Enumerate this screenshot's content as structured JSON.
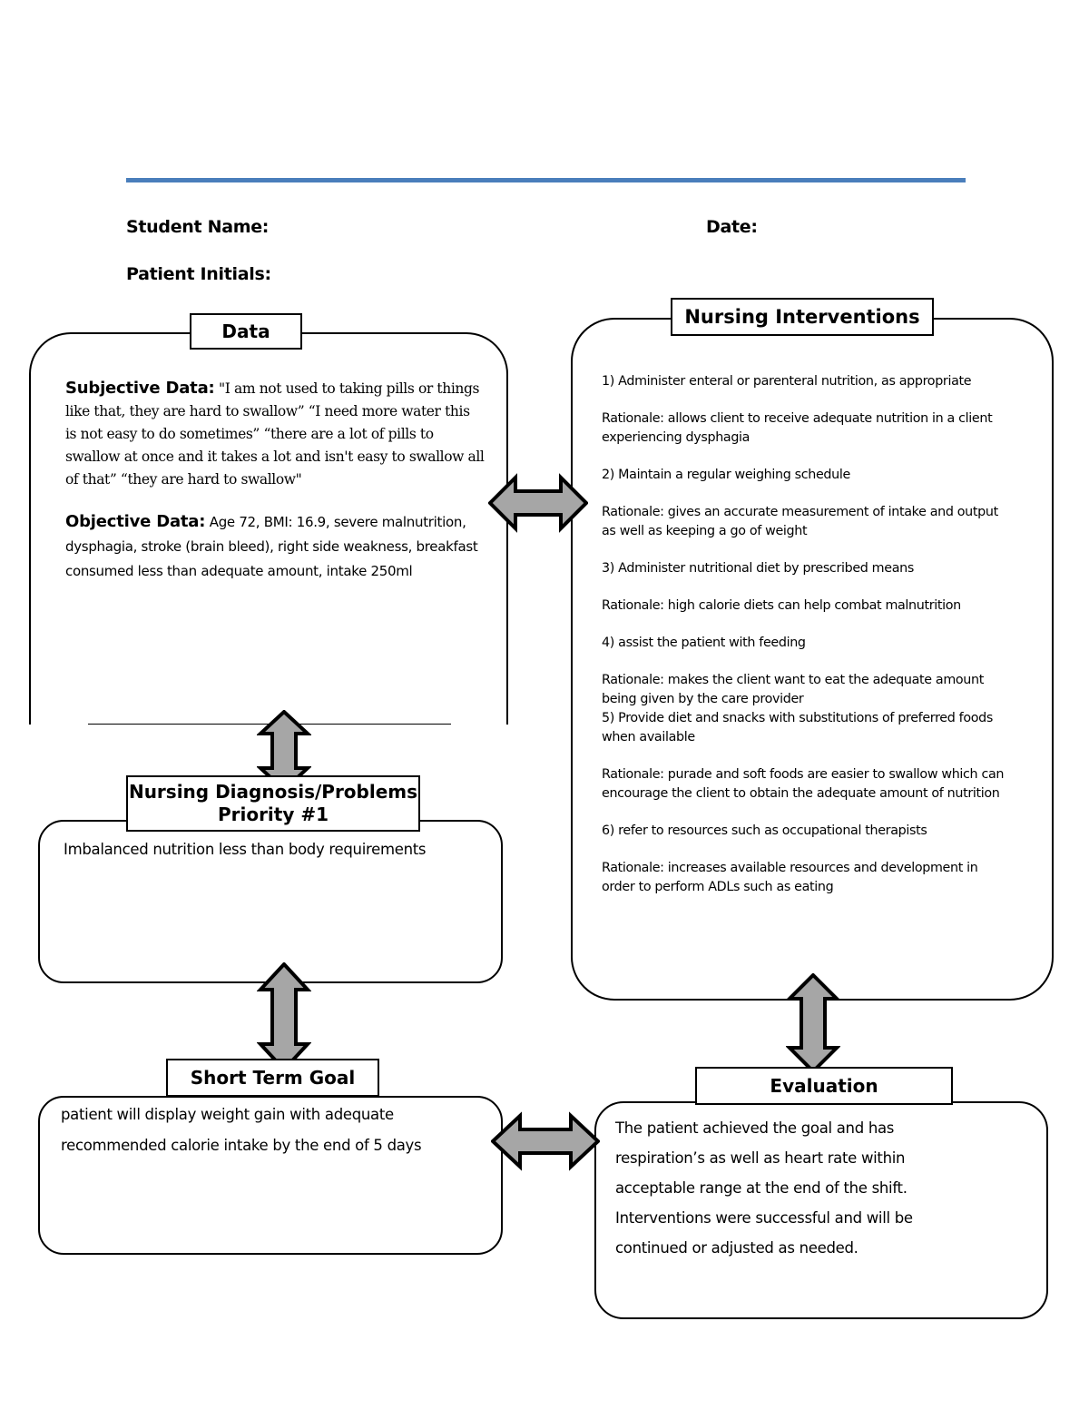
{
  "document": {
    "type": "nursing-care-plan-concept-map",
    "accent_color": "#4a7ebb",
    "arrow_fill": "#a6a6a6"
  },
  "header": {
    "student_name_label": "Student Name:",
    "patient_initials_label": "Patient Initials:",
    "date_label": "Date:"
  },
  "data_box": {
    "tab_label": "Data",
    "subjective_lead": "Subjective Data:",
    "subjective_text": " \"I am not used to taking pills or things like that, they are hard to swallow” “I need more water this is not easy to do sometimes” “there are a lot of pills to swallow at once and it takes a lot and isn't easy to swallow all of that” “they are hard to swallow\"",
    "objective_lead": "Objective Data:",
    "objective_text": " Age 72, BMI: 16.9, severe malnutrition, dysphagia, stroke (brain bleed), right side weakness, breakfast consumed less than adequate amount, intake 250ml"
  },
  "interventions_box": {
    "tab_label": "Nursing Interventions",
    "entries": [
      "1) Administer enteral or parenteral nutrition, as appropriate",
      "Rationale: allows client to receive adequate nutrition in a client experiencing dysphagia",
      "2) Maintain a regular weighing schedule",
      "Rationale: gives an accurate measurement of intake and output as well as keeping a go of weight",
      "3) Administer nutritional diet by prescribed means",
      "Rationale: high calorie diets can help combat malnutrition",
      "4) assist the patient with feeding",
      "Rationale: makes the client want to eat the adequate amount being given by the care provider",
      "5) Provide diet and snacks with substitutions of preferred foods when available",
      "Rationale: purade and soft foods are easier to swallow which can encourage the client to obtain the adequate amount of nutrition",
      "6) refer to resources such as occupational therapists",
      "Rationale: increases available resources and development in order to perform ADLs such as eating"
    ]
  },
  "diagnosis_box": {
    "tab_label_line1": "Nursing Diagnosis/Problems",
    "tab_label_line2": "Priority #1",
    "text": "Imbalanced nutrition less than body requirements"
  },
  "goal_box": {
    "tab_label": "Short Term Goal",
    "text": "patient will display weight gain with adequate recommended calorie intake by the end of 5 days"
  },
  "evaluation_box": {
    "tab_label": "Evaluation",
    "text": "The patient achieved the goal and has respiration’s as well as heart rate within acceptable range at the end of the shift. Interventions were successful and will be continued or adjusted as needed."
  },
  "connectors": [
    {
      "name": "data-to-interventions",
      "direction": "horizontal-double"
    },
    {
      "name": "data-to-diagnosis",
      "direction": "vertical-double"
    },
    {
      "name": "diagnosis-to-goal",
      "direction": "vertical-double"
    },
    {
      "name": "interventions-to-evaluation",
      "direction": "vertical-double"
    },
    {
      "name": "goal-to-evaluation",
      "direction": "horizontal-double"
    }
  ]
}
